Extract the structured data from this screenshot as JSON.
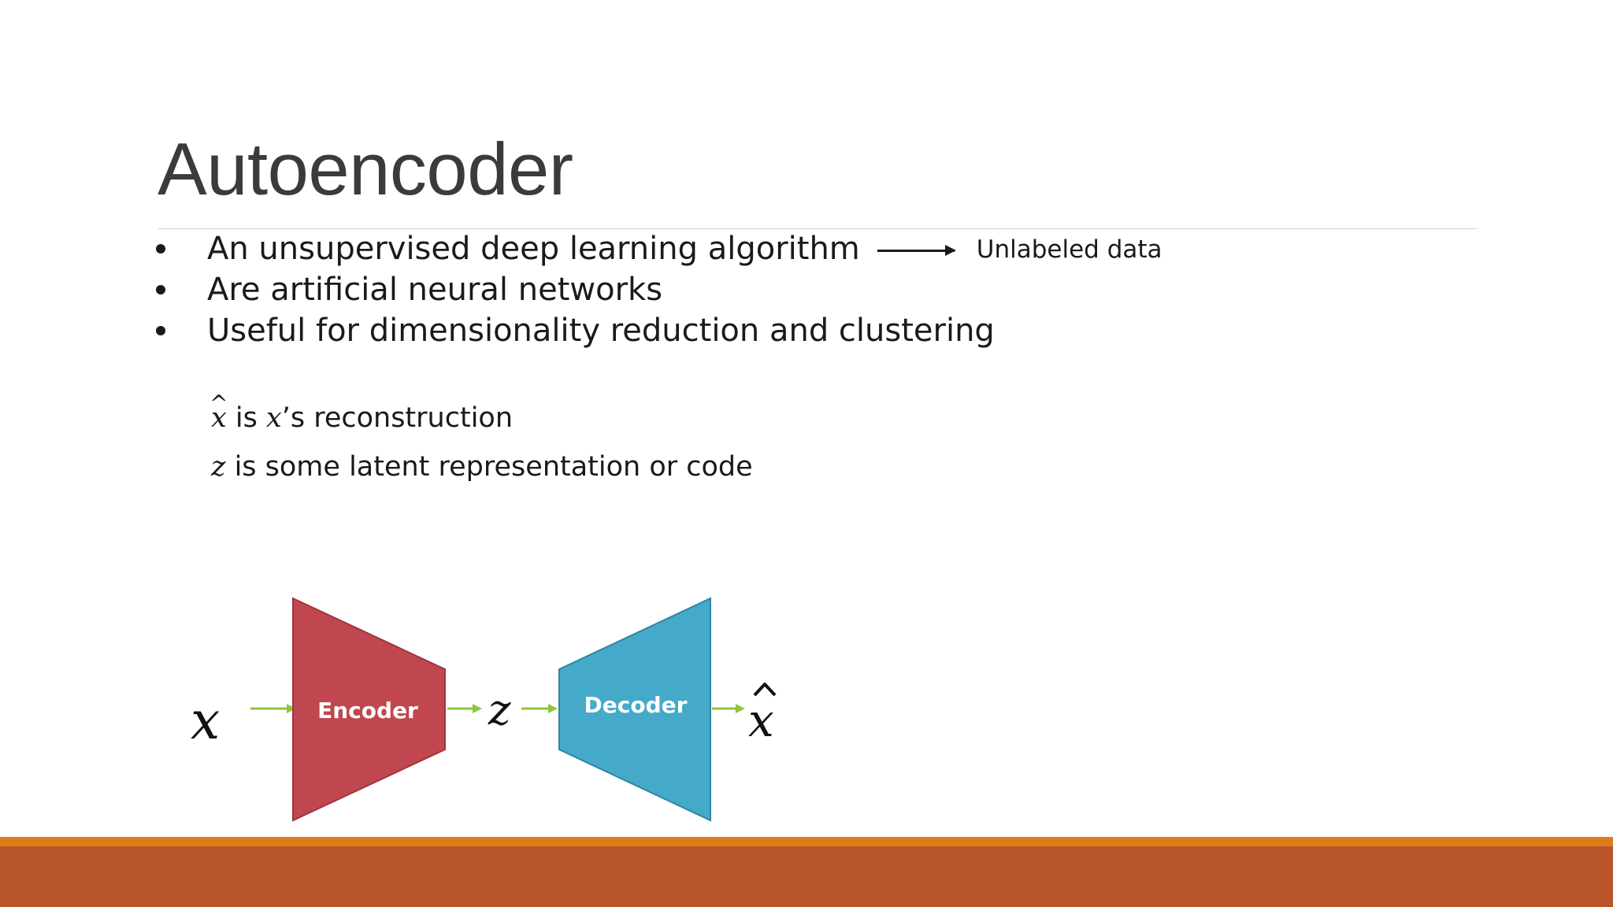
{
  "slide": {
    "title": "Autoencoder",
    "bullets": [
      {
        "text": "An unsupervised deep learning algorithm",
        "annotation": "Unlabeled data"
      },
      {
        "text": "Are artificial neural networks"
      },
      {
        "text": "Useful for dimensionality reduction and clustering"
      }
    ],
    "notes": [
      {
        "symbol": "x",
        "text_a": " is ",
        "symbol_b": "x",
        "text_b": "’s reconstruction"
      },
      {
        "symbol": "z",
        "text": " is some latent representation or code"
      }
    ]
  },
  "diagram": {
    "input_label": "x",
    "encoder_label": "Encoder",
    "latent_label": "z",
    "decoder_label": "Decoder",
    "output_label": "x",
    "colors": {
      "encoder": "#c0474f",
      "decoder": "#45a9c9",
      "arrow": "#8dc63f"
    }
  },
  "colors": {
    "title": "#3b3b3b",
    "footer_top": "#e07b1c",
    "footer_bottom": "#b9552a"
  }
}
